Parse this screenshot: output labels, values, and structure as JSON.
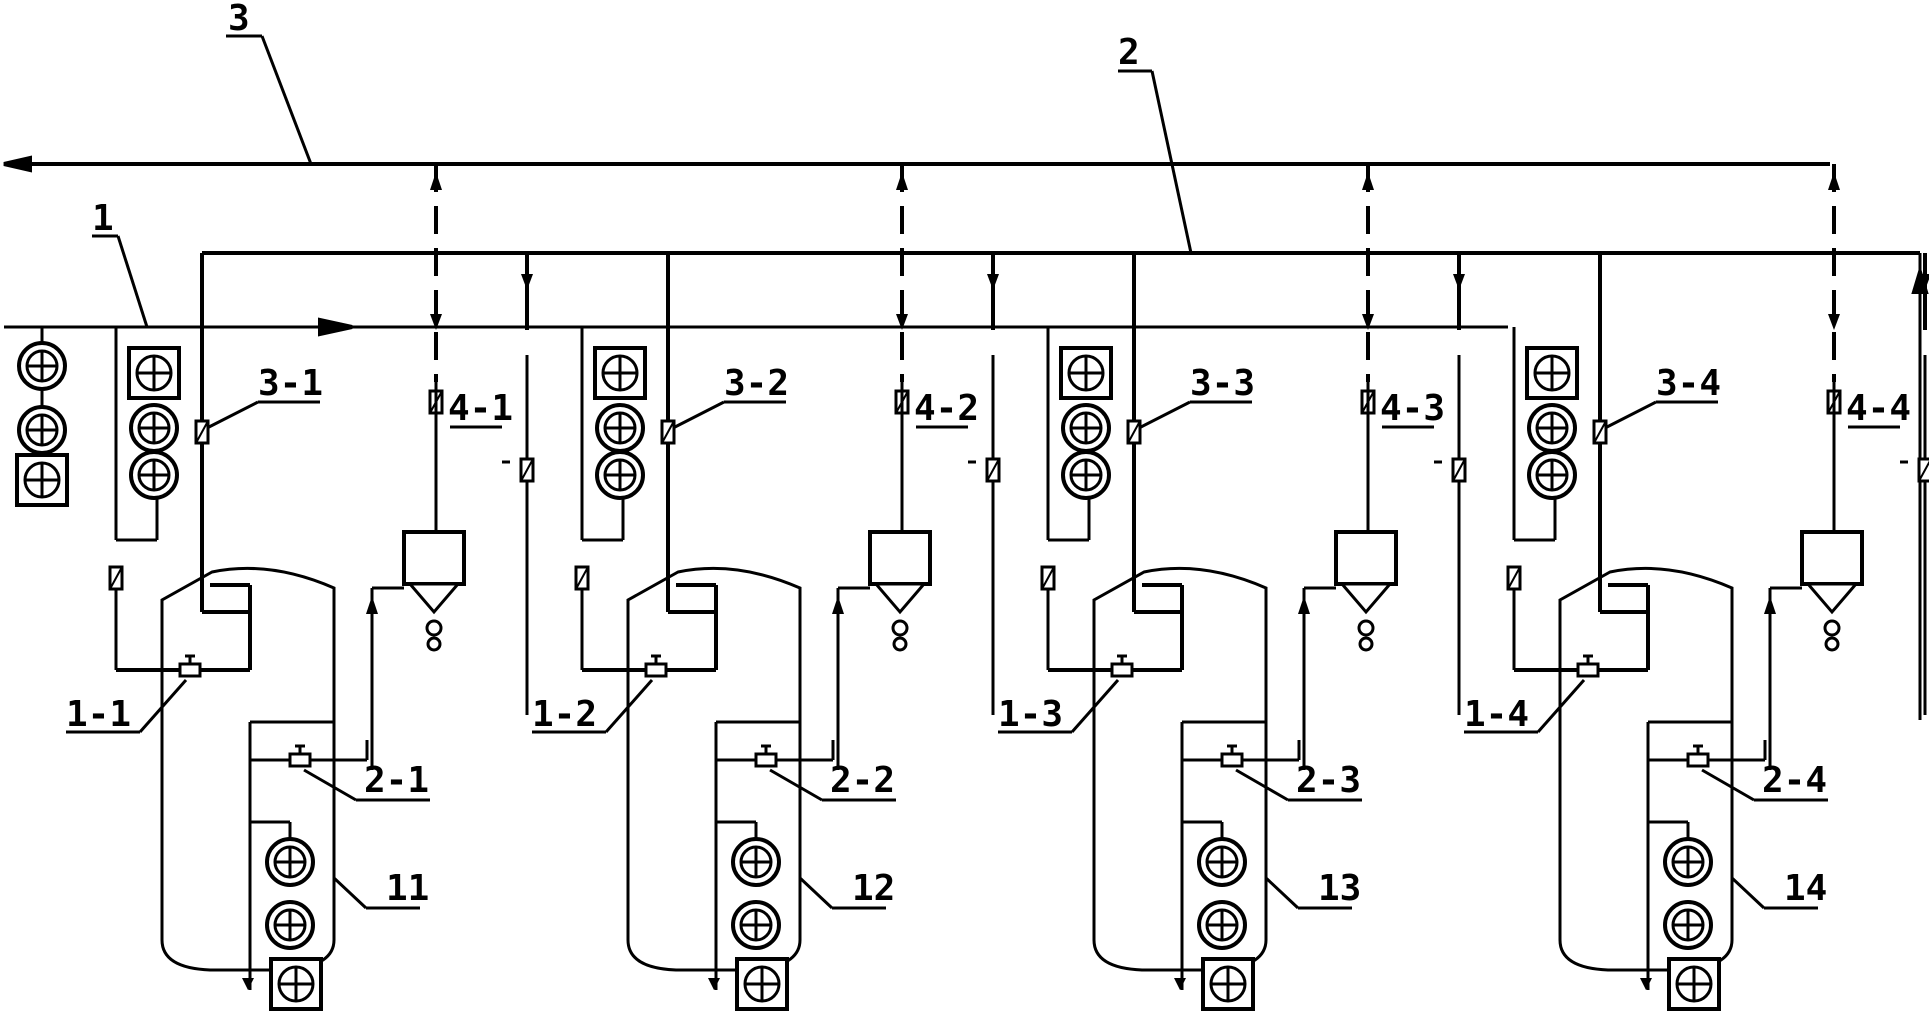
{
  "labels": {
    "main_header_1": "1",
    "main_header_2": "2",
    "main_header_3": "3"
  },
  "units": [
    {
      "vessel_label": "11",
      "valve_1": "1-1",
      "valve_2": "2-1",
      "valve_3": "3-1",
      "valve_4": "4-1"
    },
    {
      "vessel_label": "12",
      "valve_1": "1-2",
      "valve_2": "2-2",
      "valve_3": "3-2",
      "valve_4": "4-2"
    },
    {
      "vessel_label": "13",
      "valve_1": "1-3",
      "valve_2": "2-3",
      "valve_3": "3-3",
      "valve_4": "4-3"
    },
    {
      "vessel_label": "14",
      "valve_1": "1-4",
      "valve_2": "2-4",
      "valve_3": "3-4",
      "valve_4": "4-4"
    }
  ],
  "icons": {
    "instrument_circle": "instrument-circle-icon",
    "instrument_square": "instrument-square-icon",
    "valve": "valve-icon",
    "check_valve": "check-valve-icon",
    "flow_arrow": "flow-arrow-icon",
    "hopper": "hopper-icon"
  },
  "colors": {
    "line": "#000000",
    "background": "#ffffff"
  }
}
